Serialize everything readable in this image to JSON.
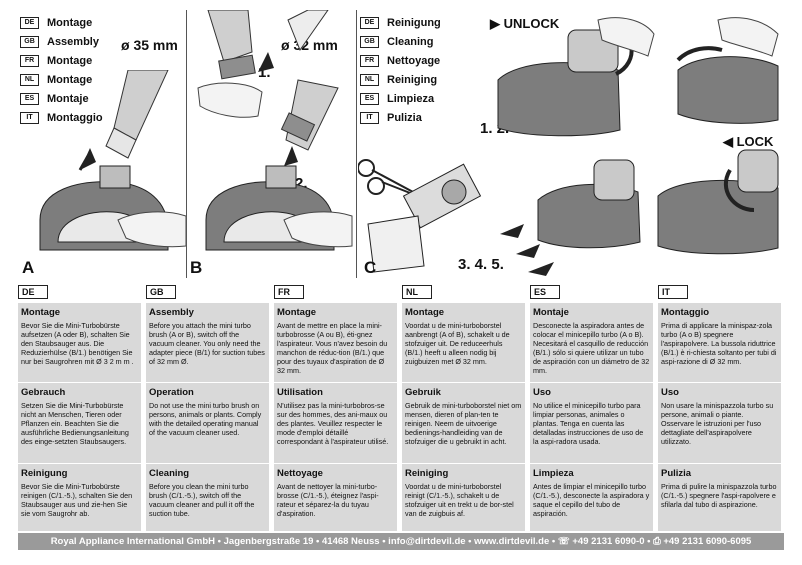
{
  "panel_a": {
    "languages": [
      {
        "code": "DE",
        "label": "Montage"
      },
      {
        "code": "GB",
        "label": "Assembly"
      },
      {
        "code": "FR",
        "label": "Montage"
      },
      {
        "code": "NL",
        "label": "Montage"
      },
      {
        "code": "ES",
        "label": "Montaje"
      },
      {
        "code": "IT",
        "label": "Montaggio"
      }
    ],
    "diameter": "ø 35 mm",
    "letter": "A"
  },
  "panel_b": {
    "diameter": "ø 32 mm",
    "step1": "1.",
    "step2": "2.",
    "letter": "B"
  },
  "panel_c": {
    "languages": [
      {
        "code": "DE",
        "label": "Reinigung"
      },
      {
        "code": "GB",
        "label": "Cleaning"
      },
      {
        "code": "FR",
        "label": "Nettoyage"
      },
      {
        "code": "NL",
        "label": "Reiniging"
      },
      {
        "code": "ES",
        "label": "Limpieza"
      },
      {
        "code": "IT",
        "label": "Pulizia"
      }
    ],
    "unlock": "▶ UNLOCK",
    "lock": "◀ LOCK",
    "steps_12": "1. 2.",
    "steps_345": "3. 4. 5.",
    "letter": "C"
  },
  "columns": [
    {
      "tag": "DE",
      "sections": [
        {
          "title": "Montage",
          "body": "Bevor Sie die Mini-Turbobürste aufsetzen (A oder B), schalten Sie den Staubsauger aus. Die Reduzierhülse (B/1.) benötigen Sie nur bei Saugrohren mit Ø 3 2 m m ."
        },
        {
          "title": "Gebrauch",
          "body": "Setzen Sie die Mini-Turbobürste nicht an Menschen, Tieren oder Pflanzen ein. Beachten Sie die ausführliche Bedienungsanleitung des einge-setzten Staubsaugers."
        },
        {
          "title": "Reinigung",
          "body": "Bevor Sie die Mini-Turbobürste reinigen (C/1.-5.), schalten Sie den Staubsauger aus und zie-hen Sie sie vom Saugrohr ab."
        }
      ]
    },
    {
      "tag": "GB",
      "sections": [
        {
          "title": "Assembly",
          "body": "Before you attach the mini turbo brush (A or B), switch off the vacuum cleaner. You only need the adapter piece (B/1) for suction tubes of 32 mm Ø."
        },
        {
          "title": "Operation",
          "body": "Do not use the mini turbo brush on persons, animals or plants. Comply with the detailed operating manual of the vacuum cleaner used."
        },
        {
          "title": "Cleaning",
          "body": "Before you clean the mini turbo brush (C/1.-5.), switch off the vacuum cleaner and pull it off the suction tube."
        }
      ]
    },
    {
      "tag": "FR",
      "sections": [
        {
          "title": "Montage",
          "body": "Avant de mettre en place la mini-turbobrosse (A ou B), éti-gnez l'aspirateur. Vous n'avez besoin du manchon de réduc-tion (B/1.) que pour des tuyaux d'aspiration de Ø 32 mm."
        },
        {
          "title": "Utilisation",
          "body": "N'utilisez pas la mini-turbobros-se sur des hommes, des ani-maux ou des plantes. Veuillez respecter le mode d'emploi détaillé correspondant à l'aspirateur utilisé."
        },
        {
          "title": "Nettoyage",
          "body": "Avant de nettoyer la mini-turbo-brosse (C/1.-5.), éteignez l'aspi-rateur et séparez-la du tuyau d'aspiration."
        }
      ]
    },
    {
      "tag": "NL",
      "sections": [
        {
          "title": "Montage",
          "body": "Voordat u de mini-turboborstel aanbrengt (A of B), schakelt u de stofzuiger uit. De reduceerhuls (B/1.) heeft u alleen nodig bij zuigbuizen met Ø 32 mm."
        },
        {
          "title": "Gebruik",
          "body": "Gebruik de mini-turboborstel niet om mensen, dieren of plan-ten te reinigen. Neem de uitvoerige bedienings-handleiding van de stofzuiger die u gebruikt in acht."
        },
        {
          "title": "Reiniging",
          "body": "Voordat u de mini-turboborstel reinigt (C/1.-5.), schakelt u de stofzuiger uit en trekt u de bor-stel van de zuigbuis af."
        }
      ]
    },
    {
      "tag": "ES",
      "sections": [
        {
          "title": "Montaje",
          "body": "Desconecte la aspiradora antes de colocar el minicepillo turbo (A o B). Necesitará el casquillo de reducción (B/1.) sólo si quiere utilizar un tubo de aspiración con un diámetro de 32 mm."
        },
        {
          "title": "Uso",
          "body": "No utilice el minicepillo turbo para limpiar personas, animales o plantas. Tenga en cuenta las detalladas instrucciones de uso de la aspi-radora usada."
        },
        {
          "title": "Limpieza",
          "body": "Antes de limpiar el minicepillo turbo (C/1.-5.), desconecte la aspiradora y saque el cepillo del tubo de aspiración."
        }
      ]
    },
    {
      "tag": "IT",
      "sections": [
        {
          "title": "Montaggio",
          "body": "Prima di applicare la minispaz-zola turbo (A o B) spegnere l'aspirapolvere. La bussola riduttrice (B/1.) è ri-chiesta soltanto per tubi di aspi-razione di Ø 32 mm."
        },
        {
          "title": "Uso",
          "body": "Non usare la minispazzola turbo su persone, animali o piante. Osservare le istruzioni per l'uso dettagliate dell'aspirapolvere utilizzato."
        },
        {
          "title": "Pulizia",
          "body": "Prima di pulire la minispazzola turbo (C/1.-5.) spegnere l'aspi-rapolvere e sfilarla dal tubo di aspirazione."
        }
      ]
    }
  ],
  "footer": "Royal Appliance International GmbH • Jagenbergstraße 19 • 41468 Neuss • info@dirtdevil.de • www.dirtdevil.de • ☏ +49 2131 6090-0 • ⎙ +49 2131 6090-6095"
}
